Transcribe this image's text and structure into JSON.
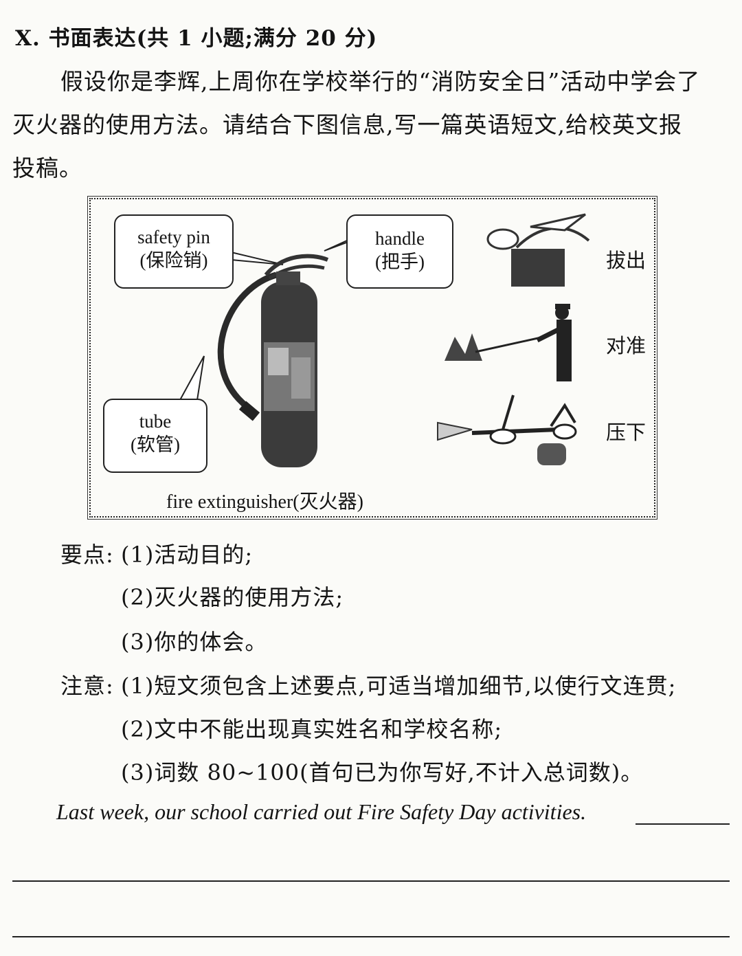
{
  "section_title": "X. 书面表达(共 1 小题;满分 20 分)",
  "prompt_lines": [
    "假设你是李辉,上周你在学校举行的“消防安全日”活动中学会了",
    "灭火器的使用方法。请结合下图信息,写一篇英语短文,给校英文报",
    "投稿。"
  ],
  "figure": {
    "callouts": {
      "safety_pin": {
        "en": "safety pin",
        "zh": "(保险销)"
      },
      "handle": {
        "en": "handle",
        "zh": "(把手)"
      },
      "tube": {
        "en": "tube",
        "zh": "(软管)"
      }
    },
    "steps": [
      "拔出",
      "对准",
      "压下"
    ],
    "caption": "fire extinguisher(灭火器)"
  },
  "requirements": {
    "key_points_label": "要点:",
    "key_points": [
      "(1)活动目的;",
      "(2)灭火器的使用方法;",
      "(3)你的体会。"
    ],
    "notes_label": "注意:",
    "notes": [
      "(1)短文须包含上述要点,可适当增加细节,以使行文连贯;",
      "(2)文中不能出现真实姓名和学校名称;",
      "(3)词数 80~100(首句已为你写好,不计入总词数)。"
    ]
  },
  "first_sentence": "Last week, our school carried out Fire Safety Day activities."
}
